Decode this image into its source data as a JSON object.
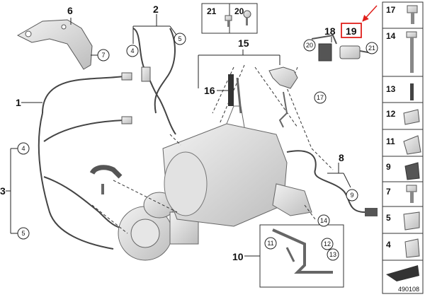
{
  "diagram": {
    "labels": {
      "l6": "6",
      "l2": "2",
      "l15": "15",
      "l16": "16",
      "l18": "18",
      "l19": "19",
      "l1": "1",
      "l3": "3",
      "l8": "8",
      "l10": "10"
    },
    "circles": {
      "c7a": "7",
      "c4a": "4",
      "c5a": "5",
      "c20a": "20",
      "c21a": "21",
      "c17a": "17",
      "c4b": "4",
      "c5b": "5",
      "c9a": "9",
      "c11a": "11",
      "c14a": "14",
      "c12a": "12",
      "c13a": "13"
    },
    "top_box": {
      "left": "21",
      "right": "20"
    },
    "side_panel": [
      "17",
      "14",
      "13",
      "12",
      "11",
      "9",
      "7",
      "5",
      "4"
    ],
    "diagram_number": "490108",
    "colors": {
      "highlight": "#e0201c",
      "line": "#222222",
      "part_fill": "#d9d9d9"
    }
  }
}
